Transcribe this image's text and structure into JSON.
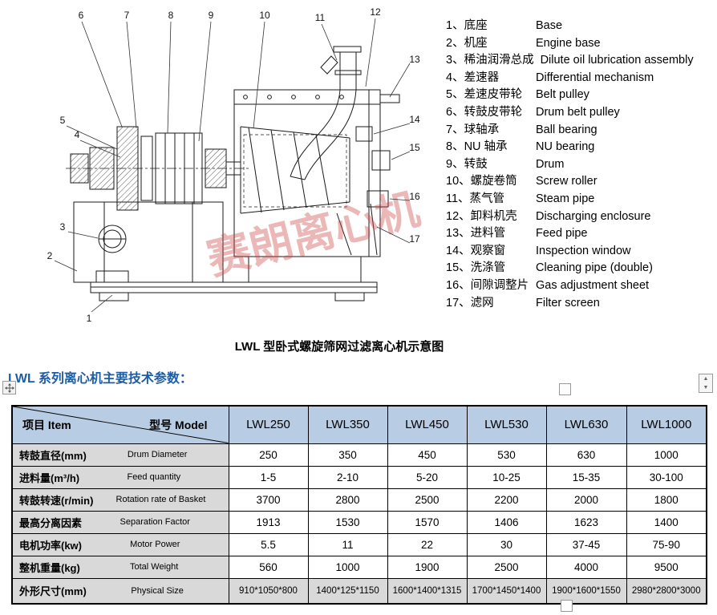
{
  "colors": {
    "heading_blue": "#1c5da6",
    "table_header_bg": "#b8cce4",
    "label_cell_bg": "#d9d9d9",
    "watermark_red": "#cc4444"
  },
  "icons": {
    "up_arrow": "▲",
    "down_arrow": "▼"
  },
  "diagram": {
    "watermark": "赛朗离心机",
    "caption": "LWL 型卧式螺旋筛网过滤离心机示意图",
    "callouts": [
      "1",
      "2",
      "3",
      "4",
      "5",
      "6",
      "7",
      "8",
      "9",
      "10",
      "11",
      "12",
      "13",
      "14",
      "15",
      "16",
      "17"
    ]
  },
  "parts_list": [
    {
      "label": "1、底座",
      "en": "Base"
    },
    {
      "label": "2、机座",
      "en": "Engine base"
    },
    {
      "label": "3、稀油润滑总成",
      "en": "Dilute oil lubrication assembly"
    },
    {
      "label": "4、差速器",
      "en": "Differential mechanism"
    },
    {
      "label": "5、差速皮带轮",
      "en": "Belt pulley"
    },
    {
      "label": "6、转鼓皮带轮",
      "en": "Drum belt pulley"
    },
    {
      "label": "7、球轴承",
      "en": "Ball bearing"
    },
    {
      "label": "8、NU 轴承",
      "en": "NU bearing"
    },
    {
      "label": "9、转鼓",
      "en": "Drum"
    },
    {
      "label": "10、螺旋卷筒",
      "en": "Screw roller"
    },
    {
      "label": "11、蒸气管",
      "en": "Steam pipe"
    },
    {
      "label": "12、卸料机壳",
      "en": "Discharging enclosure"
    },
    {
      "label": "13、进料管",
      "en": "Feed pipe"
    },
    {
      "label": "14、观察窗",
      "en": "Inspection window"
    },
    {
      "label": "15、洗涤管",
      "en": "Cleaning pipe (double)"
    },
    {
      "label": "16、间隙调整片",
      "en": "Gas adjustment sheet"
    },
    {
      "label": "17、滤网",
      "en": "Filter screen"
    }
  ],
  "section_heading": "LWL 系列离心机主要技术参数：",
  "table": {
    "item_label": "项目 Item",
    "model_label": "型号 Model",
    "models": [
      "LWL250",
      "LWL350",
      "LWL450",
      "LWL530",
      "LWL630",
      "LWL1000"
    ],
    "rows": [
      {
        "zh": "转鼓直径(mm)",
        "en": "Drum Diameter",
        "values": [
          "250",
          "350",
          "450",
          "530",
          "630",
          "1000"
        ]
      },
      {
        "zh": "进料量(m³/h)",
        "en": "Feed quantity",
        "values": [
          "1-5",
          "2-10",
          "5-20",
          "10-25",
          "15-35",
          "30-100"
        ]
      },
      {
        "zh": "转鼓转速(r/min)",
        "en": "Rotation rate of Basket",
        "values": [
          "3700",
          "2800",
          "2500",
          "2200",
          "2000",
          "1800"
        ]
      },
      {
        "zh": "最高分离因素",
        "en": "Separation Factor",
        "values": [
          "1913",
          "1530",
          "1570",
          "1406",
          "1623",
          "1400"
        ]
      },
      {
        "zh": "电机功率(kw)",
        "en": "Motor Power",
        "values": [
          "5.5",
          "11",
          "22",
          "30",
          "37-45",
          "75-90"
        ]
      },
      {
        "zh": "整机重量(kg)",
        "en": "Total Weight",
        "values": [
          "560",
          "1000",
          "1900",
          "2500",
          "4000",
          "9500"
        ]
      },
      {
        "zh": "外形尺寸(mm)",
        "en": "Physical Size",
        "values": [
          "910*1050*800",
          "1400*125*1150",
          "1600*1400*1315",
          "1700*1450*1400",
          "1900*1600*1550",
          "2980*2800*3000"
        ]
      }
    ]
  }
}
